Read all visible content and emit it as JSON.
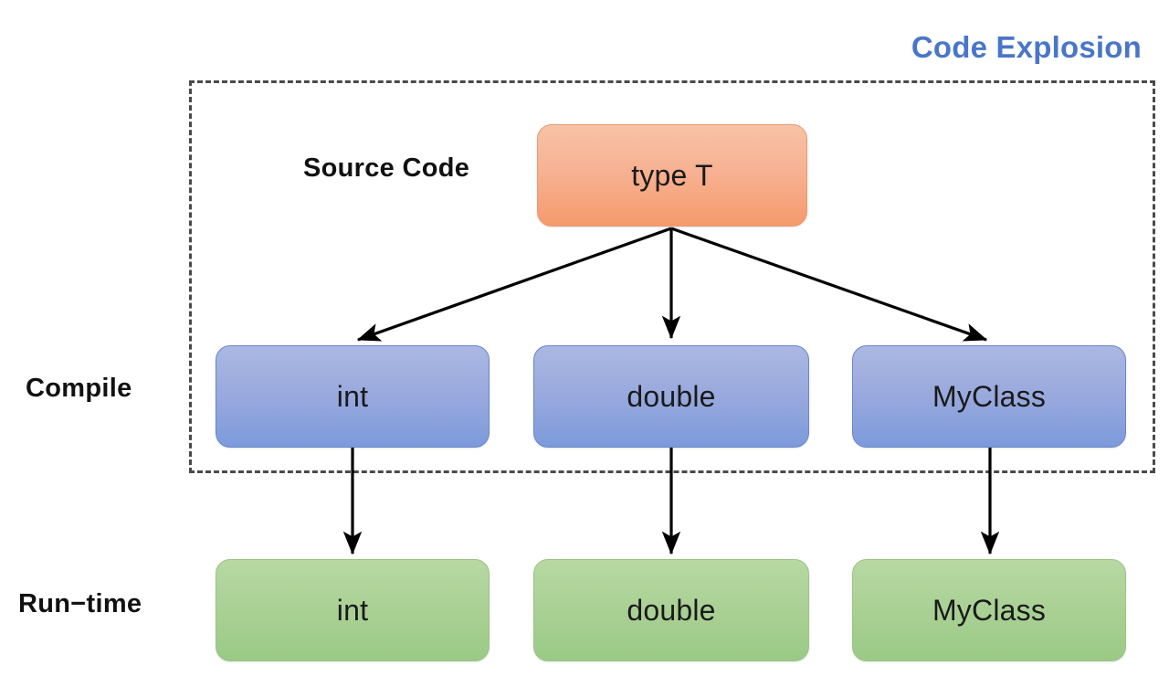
{
  "title": "Code Explosion",
  "title_color": "#4A76C8",
  "labels": {
    "source_code": "Source Code",
    "compile": "Compile",
    "runtime": "Run−time"
  },
  "region": {
    "name": "compile-time-boundary",
    "style": "dashed"
  },
  "nodes": {
    "source": {
      "label": "type T",
      "color": "#F59A6C"
    },
    "compile": [
      {
        "label": "int",
        "color": "#7C9ADB"
      },
      {
        "label": "double",
        "color": "#7C9ADB"
      },
      {
        "label": "MyClass",
        "color": "#7C9ADB"
      }
    ],
    "runtime": [
      {
        "label": "int",
        "color": "#9ACA85"
      },
      {
        "label": "double",
        "color": "#9ACA85"
      },
      {
        "label": "MyClass",
        "color": "#9ACA85"
      }
    ]
  },
  "edges": [
    {
      "from": "type T",
      "to": "int",
      "style": "arrow"
    },
    {
      "from": "type T",
      "to": "double",
      "style": "arrow"
    },
    {
      "from": "type T",
      "to": "MyClass",
      "style": "arrow"
    },
    {
      "from": "int",
      "to": "int",
      "style": "arrow"
    },
    {
      "from": "double",
      "to": "double",
      "style": "arrow"
    },
    {
      "from": "MyClass",
      "to": "MyClass",
      "style": "arrow"
    }
  ],
  "colors": {
    "arrow": "#000000",
    "dashed_border": "#4a4a4a",
    "background": "#ffffff"
  }
}
